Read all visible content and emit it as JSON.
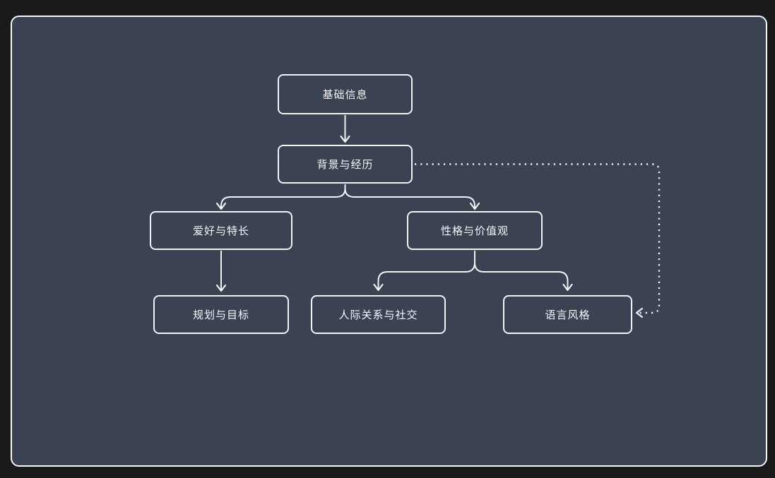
{
  "window": {
    "background_color": "#1a1a1c",
    "panel_background_color": "#3b4252",
    "panel_border_color": "#f7f7f7"
  },
  "diagram": {
    "type": "flowchart",
    "direction": "top-down",
    "line_color": "#f2f3f5",
    "text_color": "#f5f6f8",
    "nodes": [
      {
        "id": "basic-info",
        "label": "基础信息"
      },
      {
        "id": "background-experience",
        "label": "背景与经历"
      },
      {
        "id": "hobbies-strengths",
        "label": "爱好与特长"
      },
      {
        "id": "personality-values",
        "label": "性格与价值观"
      },
      {
        "id": "plans-goals",
        "label": "规划与目标"
      },
      {
        "id": "relationships-social",
        "label": "人际关系与社交"
      },
      {
        "id": "language-style",
        "label": "语言风格"
      }
    ],
    "edges": [
      {
        "from": "基础信息",
        "to": "背景与经历",
        "style": "solid-arrow"
      },
      {
        "from": "背景与经历",
        "to": "爱好与特长",
        "style": "solid-arrow"
      },
      {
        "from": "背景与经历",
        "to": "性格与价值观",
        "style": "solid-arrow"
      },
      {
        "from": "爱好与特长",
        "to": "规划与目标",
        "style": "solid-arrow"
      },
      {
        "from": "性格与价值观",
        "to": "人际关系与社交",
        "style": "solid-arrow"
      },
      {
        "from": "性格与价值观",
        "to": "语言风格",
        "style": "solid-arrow"
      },
      {
        "from": "背景与经历",
        "to": "语言风格",
        "style": "dotted-arrow"
      }
    ]
  }
}
